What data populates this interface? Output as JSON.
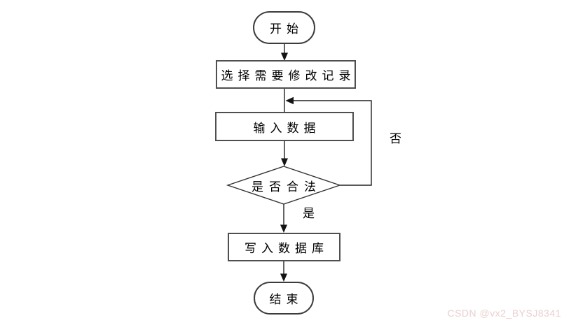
{
  "colors": {
    "background": "#ffffff",
    "shape_border": "#4f4f4f",
    "line": "#222222",
    "text": "#000000",
    "watermark_text": "#e8d2d0"
  },
  "flowchart": {
    "nodes": [
      {
        "id": "start",
        "type": "terminator",
        "label": "开始"
      },
      {
        "id": "select-record",
        "type": "process",
        "label": "选择需要修改记录"
      },
      {
        "id": "input-data",
        "type": "process",
        "label": "输入数据"
      },
      {
        "id": "is-valid",
        "type": "decision",
        "label": "是否合法"
      },
      {
        "id": "write-db",
        "type": "process",
        "label": "写入数据库"
      },
      {
        "id": "end",
        "type": "terminator",
        "label": "结束"
      }
    ],
    "edges": [
      {
        "from": "start",
        "to": "select-record",
        "label": ""
      },
      {
        "from": "select-record",
        "to": "input-data",
        "label": ""
      },
      {
        "from": "input-data",
        "to": "is-valid",
        "label": ""
      },
      {
        "from": "is-valid",
        "to": "write-db",
        "label": "是"
      },
      {
        "from": "is-valid",
        "to": "select-record/input-data junction",
        "label": "否"
      },
      {
        "from": "write-db",
        "to": "end",
        "label": ""
      }
    ],
    "labels": {
      "yes": "是",
      "no": "否"
    }
  },
  "watermark": {
    "text": "CSDN @vx2_BYSJ8341"
  }
}
